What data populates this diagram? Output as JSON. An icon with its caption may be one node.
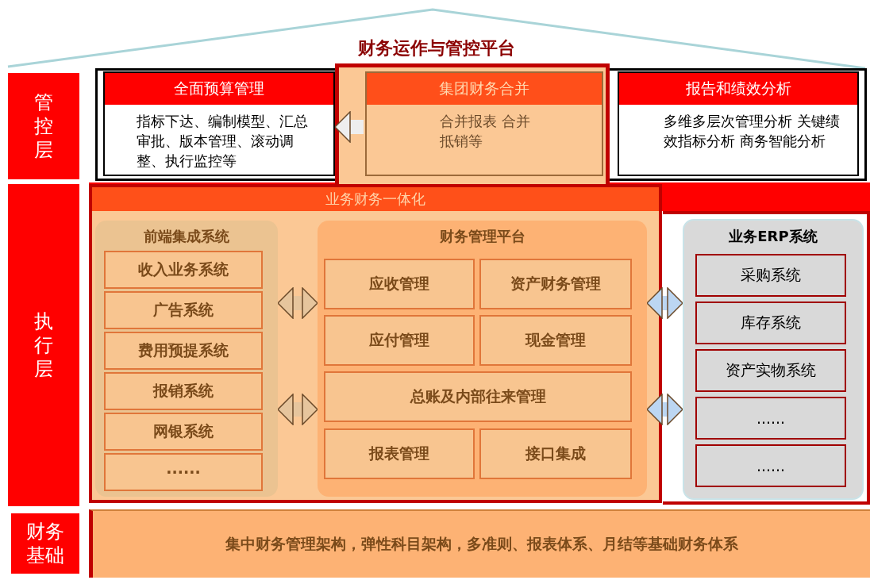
{
  "diagram": {
    "title": "财务运作与管控平台",
    "nodes": [
      {
        "text": [
          "管控层"
        ]
      },
      {
        "text": [
          "执行层"
        ]
      },
      {
        "text": [
          "财务基础"
        ]
      },
      {
        "text": [
          "全面预算管理",
          "指标下达、编制模型、汇总审批、版本管理、滚动调整、执行监控等"
        ]
      },
      {
        "text": [
          "集团财务合并",
          "合并报表 合并抵销等"
        ]
      },
      {
        "text": [
          "报告和绩效分析",
          "多维多层次管理分析 关键绩效指标分析 商务智能分析"
        ]
      },
      {
        "text": [
          "业务财务一体化"
        ]
      },
      {
        "text": [
          "前端集成系统"
        ],
        "in": 6
      },
      {
        "text": [
          "收入业务系统"
        ],
        "in": 7
      },
      {
        "text": [
          "广告系统"
        ],
        "in": 7
      },
      {
        "text": [
          "费用预提系统"
        ],
        "in": 7
      },
      {
        "text": [
          "报销系统"
        ],
        "in": 7
      },
      {
        "text": [
          "网银系统"
        ],
        "in": 7
      },
      {
        "text": [
          "······"
        ],
        "in": 7
      },
      {
        "text": [
          "财务管理平台"
        ],
        "in": 6
      },
      {
        "text": [
          "应收管理"
        ],
        "in": 14
      },
      {
        "text": [
          "资产财务管理"
        ],
        "in": 14
      },
      {
        "text": [
          "应付管理"
        ],
        "in": 14
      },
      {
        "text": [
          "现金管理"
        ],
        "in": 14
      },
      {
        "text": [
          "总账及内部往来管理"
        ],
        "in": 14
      },
      {
        "text": [
          "报表管理"
        ],
        "in": 14
      },
      {
        "text": [
          "接口集成"
        ],
        "in": 14
      },
      {
        "text": [
          "业务ERP系统"
        ]
      },
      {
        "text": [
          "采购系统"
        ],
        "in": 22
      },
      {
        "text": [
          "库存系统"
        ],
        "in": 22
      },
      {
        "text": [
          "资产实物系统"
        ],
        "in": 22
      },
      {
        "text": [
          "......"
        ],
        "in": 22
      },
      {
        "text": [
          "......"
        ],
        "in": 22
      },
      {
        "text": [
          "集中财务管理架构，弹性科目架构，多准则、报表体系、月结等基础财务体系"
        ]
      }
    ],
    "edges": [
      {
        "from": 4,
        "to": 3,
        "arrow": "to",
        "color": "#eeeeee"
      },
      {
        "from": 7,
        "to": 14,
        "arrow": "both"
      },
      {
        "from": 7,
        "to": 14,
        "arrow": "both"
      },
      {
        "from": 14,
        "to": 22,
        "arrow": "both",
        "color": "#bcd6f2"
      },
      {
        "from": 14,
        "to": 22,
        "arrow": "both",
        "color": "#bcd6f2"
      }
    ]
  }
}
